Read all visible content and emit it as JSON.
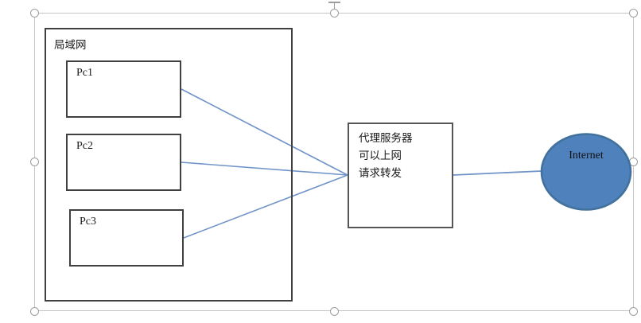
{
  "diagram": {
    "lan": {
      "label": "局域网"
    },
    "nodes": [
      {
        "id": "pc1",
        "label": "Pc1"
      },
      {
        "id": "pc2",
        "label": "Pc2"
      },
      {
        "id": "pc3",
        "label": "Pc3"
      }
    ],
    "proxy": {
      "lines": [
        "代理服务器",
        "可以上网",
        "请求转发"
      ]
    },
    "internet": {
      "label": "Internet",
      "fill": "#4F81BD",
      "border": "#41719C"
    }
  },
  "colors": {
    "connector": "#7094C8",
    "shape_border": "#404040",
    "selection_line": "#C6C6C6",
    "handle_stroke": "#9D9D9D"
  }
}
